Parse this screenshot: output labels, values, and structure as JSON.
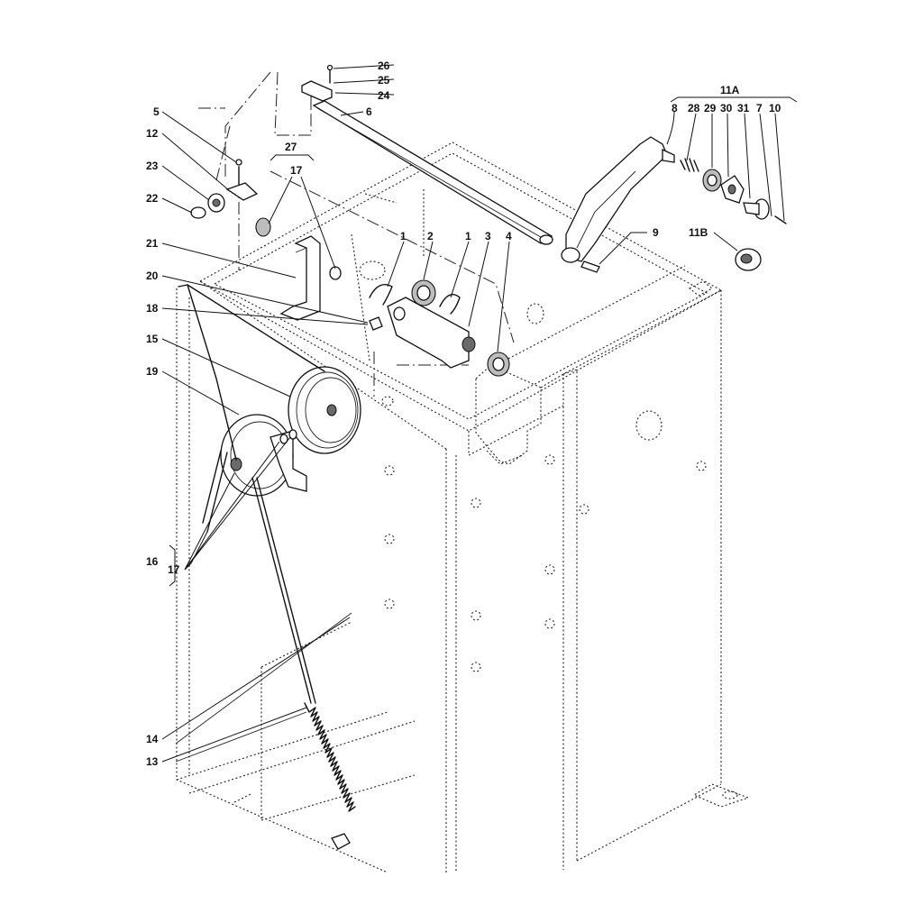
{
  "callouts": [
    {
      "id": "c26",
      "text": "26"
    },
    {
      "id": "c25",
      "text": "25"
    },
    {
      "id": "c24",
      "text": "24"
    },
    {
      "id": "c6",
      "text": "6"
    },
    {
      "id": "c11a",
      "text": "11A"
    },
    {
      "id": "c8",
      "text": "8"
    },
    {
      "id": "c28",
      "text": "28"
    },
    {
      "id": "c29",
      "text": "29"
    },
    {
      "id": "c30",
      "text": "30"
    },
    {
      "id": "c31",
      "text": "31"
    },
    {
      "id": "c7",
      "text": "7"
    },
    {
      "id": "c10",
      "text": "10"
    },
    {
      "id": "c5",
      "text": "5"
    },
    {
      "id": "c12",
      "text": "12"
    },
    {
      "id": "c23",
      "text": "23"
    },
    {
      "id": "c22",
      "text": "22"
    },
    {
      "id": "c27",
      "text": "27"
    },
    {
      "id": "c17a",
      "text": "17"
    },
    {
      "id": "c21",
      "text": "21"
    },
    {
      "id": "c20",
      "text": "20"
    },
    {
      "id": "c18",
      "text": "18"
    },
    {
      "id": "c15",
      "text": "15"
    },
    {
      "id": "c19",
      "text": "19"
    },
    {
      "id": "c1a",
      "text": "1"
    },
    {
      "id": "c2",
      "text": "2"
    },
    {
      "id": "c1b",
      "text": "1"
    },
    {
      "id": "c3",
      "text": "3"
    },
    {
      "id": "c4",
      "text": "4"
    },
    {
      "id": "c9",
      "text": "9"
    },
    {
      "id": "c11b",
      "text": "11B"
    },
    {
      "id": "c16",
      "text": "16"
    },
    {
      "id": "c17b",
      "text": "17"
    },
    {
      "id": "c14",
      "text": "14"
    },
    {
      "id": "c13",
      "text": "13"
    }
  ]
}
